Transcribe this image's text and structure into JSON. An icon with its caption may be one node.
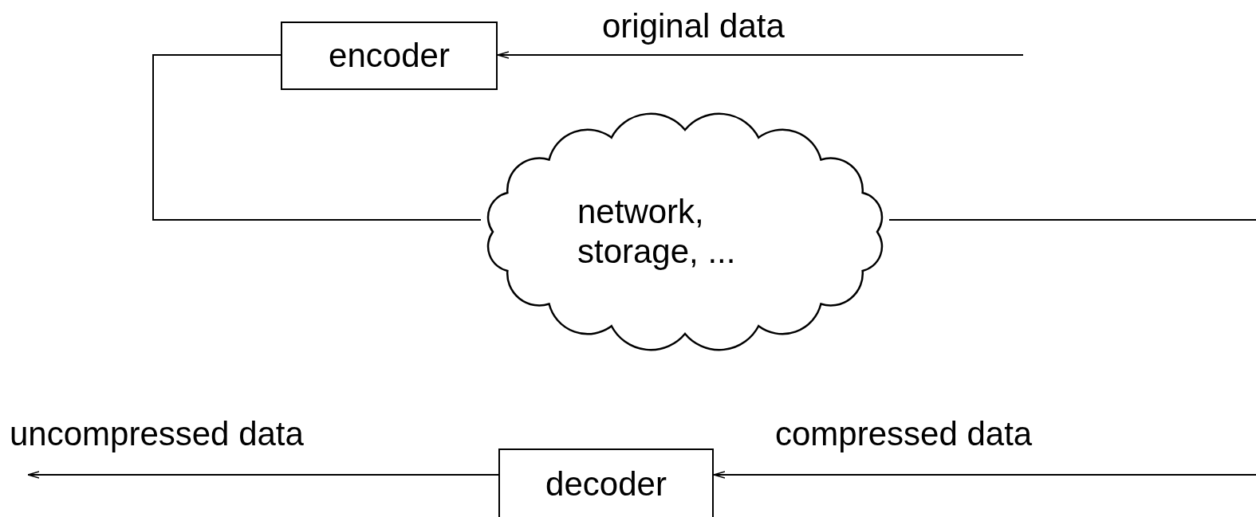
{
  "diagram": {
    "nodes": [
      {
        "text": [
          "encoder"
        ]
      },
      {
        "text": [
          "network, storage, ..."
        ]
      },
      {
        "text": [
          "decoder"
        ]
      }
    ],
    "edges": [
      {
        "from": null,
        "to": 0,
        "arrow": "to",
        "label": "original data"
      },
      {
        "from": 0,
        "to": 1,
        "arrow": "none"
      },
      {
        "from": 1,
        "to": null,
        "arrow": "none"
      },
      {
        "from": null,
        "to": 2,
        "arrow": "to",
        "label": "compressed data"
      },
      {
        "from": 2,
        "to": null,
        "arrow": "to",
        "label": "uncompressed data"
      }
    ]
  }
}
